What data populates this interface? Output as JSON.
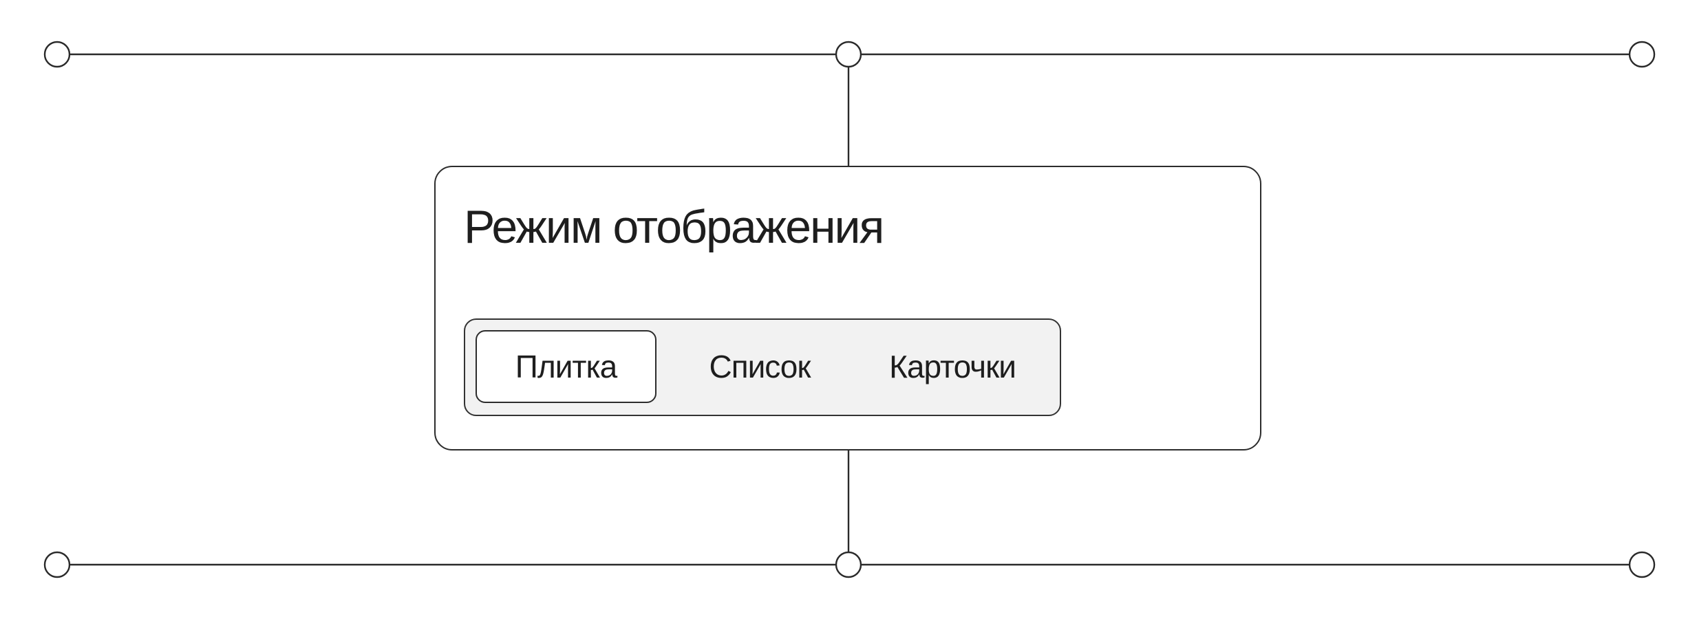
{
  "panel": {
    "title": "Режим отображения"
  },
  "view_mode": {
    "selected_index": 0,
    "options": [
      {
        "label": "Плитка",
        "selected": true
      },
      {
        "label": "Список",
        "selected": false
      },
      {
        "label": "Карточки",
        "selected": false
      }
    ]
  },
  "colors": {
    "stroke": "#2a2a2a",
    "panel_background": "#ffffff",
    "segmented_background": "#f2f2f2",
    "text": "#1e1e1e"
  }
}
